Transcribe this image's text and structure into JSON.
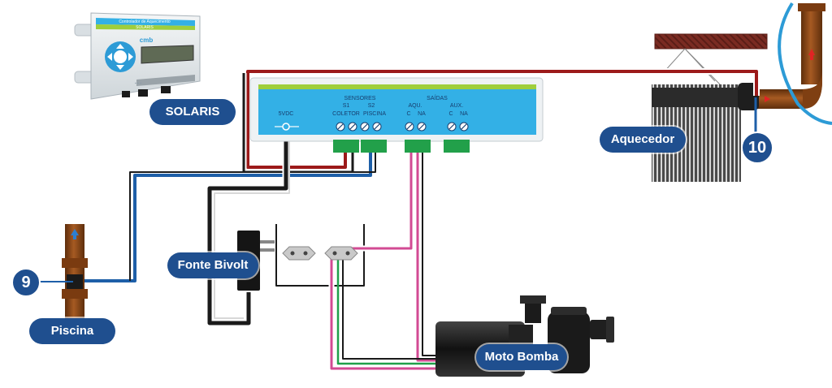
{
  "device": {
    "title": "Controlador de Aquecimento",
    "brand": "SOLARIS",
    "logo": "cmb"
  },
  "controller": {
    "power_label": "5VDC",
    "sensors_label": "SENSORES",
    "outputs_label": "SAÍDAS",
    "s1_label": "S1",
    "s2_label": "S2",
    "coletor_label": "COLETOR",
    "piscina_label": "PISCINA",
    "aqu_label": "AQU.",
    "aux_label": "AUX.",
    "c_label": "C",
    "na_label": "NA"
  },
  "labels": {
    "solaris": "SOLARIS",
    "aquecedor": "Aquecedor",
    "fonte": "Fonte Bivolt",
    "piscina": "Piscina",
    "motobomba": "Moto Bomba",
    "sensor9": "9",
    "sensor10": "10"
  },
  "colors": {
    "controller_blue": "#33b0e6",
    "controller_stripe": "#9fce3c",
    "terminal_green": "#22a04a",
    "label_blue": "#1f4f8f",
    "wire_red": "#9c1a1a",
    "wire_blue": "#1e5fa8",
    "wire_pink": "#d24a93",
    "wire_black": "#1a1a1a",
    "pipe_brown": "#8a4516",
    "heater_dark": "#3b3b3b"
  }
}
